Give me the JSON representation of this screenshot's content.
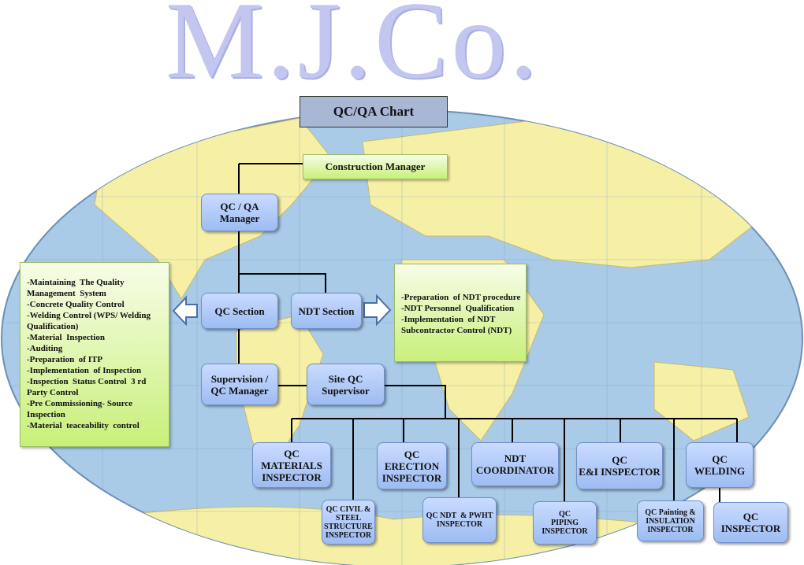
{
  "logo": "M.J.Co.",
  "title": "QC/QA Chart",
  "nodes": {
    "construction_manager": "Construction Manager",
    "qcqa_manager": "QC / QA\nManager",
    "qc_section": "QC Section",
    "ndt_section": "NDT Section",
    "supervision": "Supervision /\nQC Manager",
    "site_qc": "Site QC\nSupervisor",
    "materials": "QC\nMATERIALS\nINSPECTOR",
    "civil": "QC CIVIL &\nSTEEL\nSTRUCTURE\nINSPECTOR",
    "erection": "QC\nERECTION\nINSPECTOR",
    "ndt_pwht": "QC NDT  & PWHT\nINSPECTOR",
    "ndt_coord": "NDT\nCOORDINATOR",
    "piping": "QC\nPIPING\nINSPECTOR",
    "ei": "QC\nE&I INSPECTOR",
    "painting": "QC Painting &\nINSULATION\nINSPECTOR",
    "welding": "QC\nWELDING",
    "inspector": "QC\nINSPECTOR"
  },
  "qc_duties": [
    "-Maintaining  The Quality\nManagement  System",
    "-Concrete Quality Control",
    "-Welding Control (WPS/ Welding\nQualification)",
    "-Material  Inspection",
    "-Auditing",
    "-Preparation  of ITP",
    "-Implementation  of Inspection",
    "-Inspection  Status Control  3 rd\nParty Control",
    "-Pre Commissioning- Source\nInspection",
    "-Material  teaceability  control"
  ],
  "ndt_duties": [
    "-Preparation  of NDT procedure",
    "-NDT Personnel  Qualification",
    "-Implementation  of NDT\nSubcontractor Control (NDT)"
  ]
}
